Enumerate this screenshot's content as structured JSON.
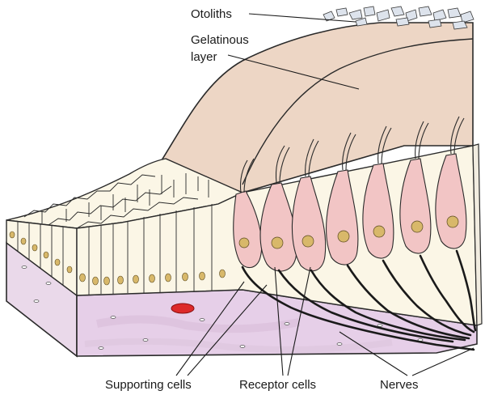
{
  "labels": {
    "otoliths": "Otoliths",
    "gelatinous_line1": "Gelatinous",
    "gelatinous_line2": "layer",
    "supporting_cells": "Supporting cells",
    "receptor_cells": "Receptor cells",
    "nerves": "Nerves"
  },
  "colors": {
    "gelatinous_layer": "#edd6c5",
    "receptor_cell": "#f2c5c5",
    "supporting_cell": "#fbf6e6",
    "connective_tissue": "#ead9ea",
    "nucleus": "#d8b86a",
    "blood_cell": "#dd2a2a",
    "outline": "#2a2a2a"
  }
}
